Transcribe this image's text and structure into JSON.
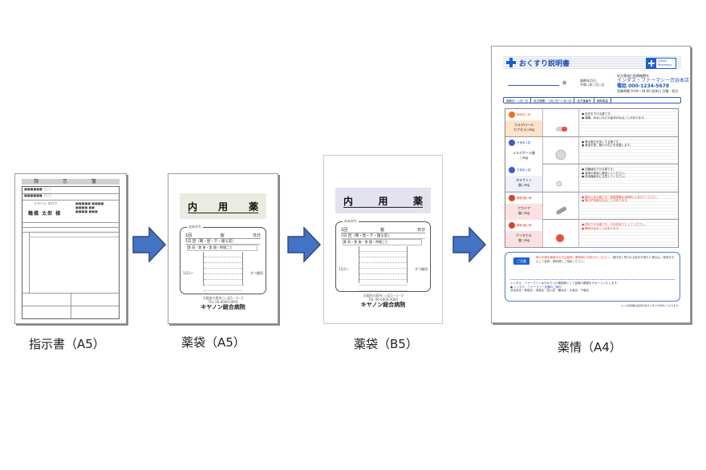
{
  "diagram": {
    "flow": [
      "instruction-sheet",
      "medicine-bag-a5",
      "medicine-bag-b5",
      "drug-info-a4"
    ],
    "arrow_color": "#4472c4",
    "items": [
      {
        "caption": "指示書（A5）",
        "doc": {
          "title": "指 示 箋",
          "patient_name": "鶴橋 太郎 様"
        }
      },
      {
        "caption": "薬袋（A5）",
        "doc": {
          "band_title": [
            "内",
            "用",
            "薬"
          ],
          "band_color": "#e9ece0",
          "section_label": "のみかた",
          "col_labels": [
            "1回",
            "錠",
            "日分"
          ],
          "line2": "1日 回（朝・昼・夕・寝る前）",
          "line3": "食 前・食 後・食 間・時間ごと",
          "side_left": "1日2～",
          "side_right": "ずつ服用",
          "hospital_address": [
            "大阪府大阪市○○区1－1－2",
            "TEL 06-0000-0000"
          ],
          "hospital_name": "キヤノン総合病院"
        }
      },
      {
        "caption": "薬袋（B5）",
        "doc": {
          "band_title": [
            "内",
            "用",
            "薬"
          ],
          "band_color": "#e3e3ef",
          "section_label": "のみかた",
          "col_labels": [
            "1回",
            "錠",
            "日分"
          ],
          "line2": "1日 回（朝・昼・夕・寝る前）",
          "line3": "食 前・食 後・食 間・時間ごと",
          "side_left": "1日2～",
          "side_right": "ずつ服用",
          "hospital_address": [
            "大阪府大阪市○○区1－1－2",
            "TEL 06-0000-0000"
          ],
          "hospital_name": "キヤノン総合病院"
        }
      },
      {
        "caption": "薬情（A4）",
        "doc": {
          "title": "おくすり説明書",
          "logo_text": [
            "Canon",
            "Pharmacy"
          ],
          "honorific": "様",
          "date_line": [
            "調剤年月日",
            "令和○年○月○日"
          ],
          "pharmacy": {
            "addr": "処方箋発行医療機関名",
            "name": "インダス・ファーマシー渋谷本店",
            "tel": "電話 000-1234-5678",
            "hours": "営業時間 9:00～18:00 定休日 日曜・祝日"
          },
          "info_bar": [
            "調剤日：○月○日",
            "処方期間：○月○日～○月○日",
            "処方箋番号",
            "調剤数量"
          ],
          "medicines": [
            {
              "timing": "朝食後 1錠",
              "name": "カルデロール\nカプセル○mg",
              "timing_color": "#f07020",
              "name_bg": "#fde3c8",
              "pill": "capsule",
              "desc_color": "#333",
              "desc": "● 血圧を下げる薬です。\n● 頭痛、めまいなどの症状が出ることがあります。"
            },
            {
              "timing": "夕食後 1錠",
              "name": "メルデボール錠\n○mg",
              "timing_color": "#3a5fd0",
              "name_bg": "#ffffff",
              "pill": "round-white",
              "desc_color": "#333",
              "desc": "● 胃の働きを良くする薬です。\n● 食欲不振、胸やけなどを改善します。"
            },
            {
              "timing": "夕食後 1錠",
              "name": "タキサミン\n錠○mg",
              "timing_color": "#3a5fd0",
              "name_bg": "#eef0fa",
              "pill": "small-white",
              "desc_color": "#333",
              "desc": "● 血糖値を下げる薬です。\n● 食事の前後に服用してください。\n● 低血糖症状に注意してください。"
            },
            {
              "timing": "頓服 痛い時",
              "name": "アガドア\n錠○mg",
              "timing_color": "#e0402a",
              "name_bg": "#fbe1e1",
              "pill": "oblong-gray",
              "desc_color": "#e0402a",
              "desc": "● 痛み止めの薬です。服用間隔は4時間以上あけてください。\n● 胃の不快感が出ることがあります。"
            },
            {
              "timing": "頓服 痛い時",
              "name": "ゲンタカス\n錠○mg",
              "timing_color": "#e0402a",
              "name_bg": "#fbe1e1",
              "pill": "round-red",
              "desc_color": "#e0402a",
              "desc": "● 熱を下げる薬です。1日3回までにしてください。\n● 眠気が出ることがあります。"
            }
          ],
          "notice": {
            "button": "ご注意",
            "lines_red": "他のお薬を服用中の方は医師・薬剤師にお知らせください。",
            "lines_gray": "副作用と思われる症状が現れた場合は、服用を中止して医師・薬剤師にご相談ください。",
            "bottom_text": "インダス・ファーマシーはかかりつけ薬剤師として皆様の健康をサポートいたします。",
            "branches_title": "● インダス・ファーマシー店舗のご案内",
            "branches": "渋谷本店・新宿店・池袋店・品川店・横浜店・大宮店・千葉店"
          },
          "footnote": "※この説明書は医師の処方に基づき作成しております。"
        }
      }
    ]
  }
}
